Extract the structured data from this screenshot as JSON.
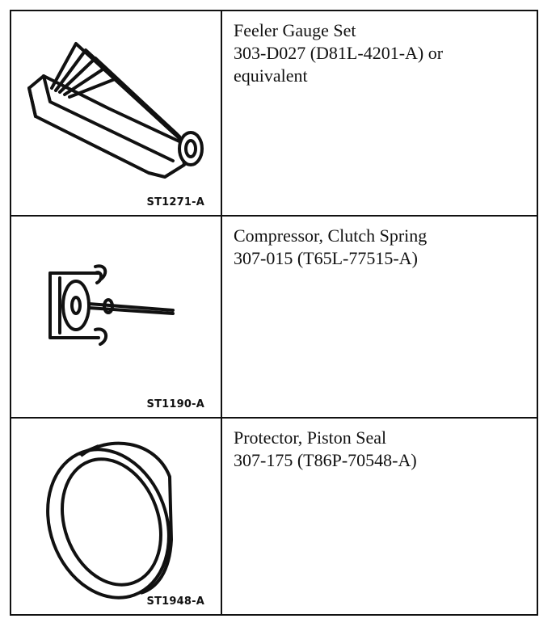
{
  "tools": [
    {
      "icon": "feeler-gauge-set-illustration",
      "code": "ST1271-A",
      "name": "Feeler Gauge Set",
      "number": "303-D027 (D81L-4201-A) or",
      "extra": "equivalent"
    },
    {
      "icon": "clutch-spring-compressor-illustration",
      "code": "ST1190-A",
      "name": "Compressor, Clutch Spring",
      "number": "307-015 (T65L-77515-A)"
    },
    {
      "icon": "piston-seal-protector-illustration",
      "code": "ST1948-A",
      "name": "Protector, Piston Seal",
      "number": "307-175 (T86P-70548-A)"
    }
  ]
}
